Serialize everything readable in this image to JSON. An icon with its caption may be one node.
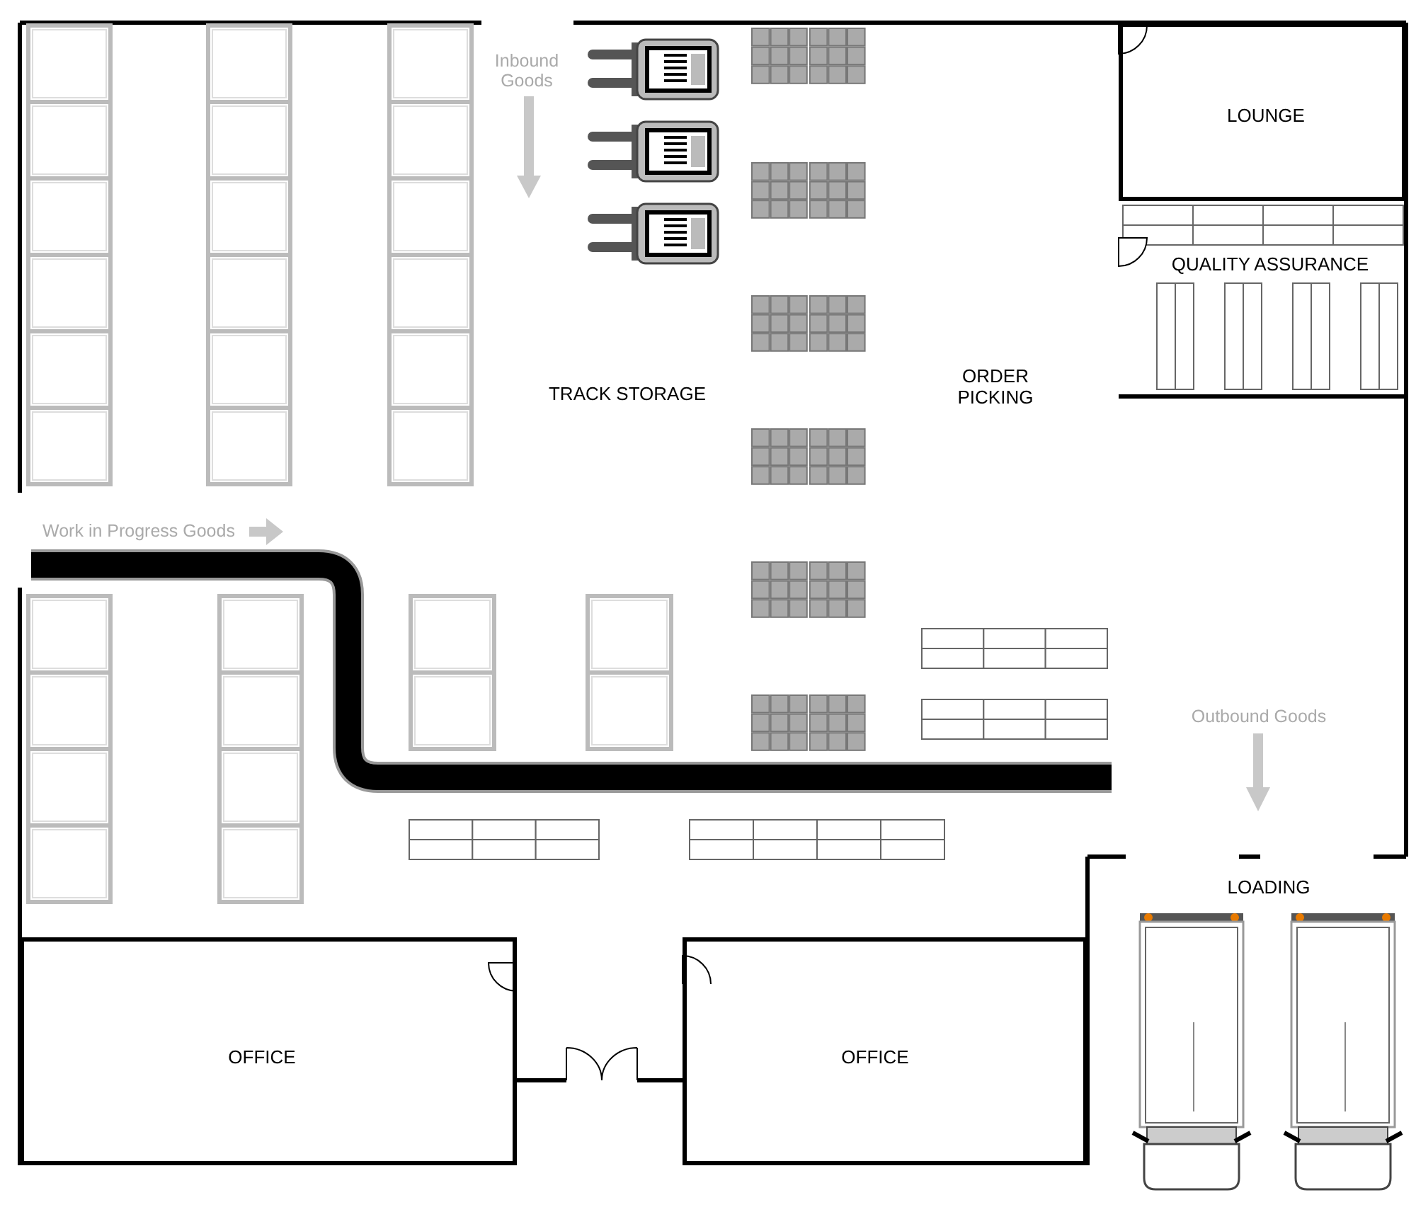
{
  "diagram": {
    "nodes": [
      {
        "text": [
          "LOUNGE"
        ]
      },
      {
        "text": [
          "QUALITY ASSURANCE"
        ]
      },
      {
        "text": [
          "LOADING"
        ]
      },
      {
        "text": [
          "OFFICE"
        ]
      },
      {
        "text": [
          "OFFICE"
        ]
      }
    ],
    "edges": [],
    "labels": [
      "Inbound Goods",
      "TRACK STORAGE",
      "ORDER PICKING",
      "Work in Progress Goods",
      "Outbound Goods"
    ]
  }
}
